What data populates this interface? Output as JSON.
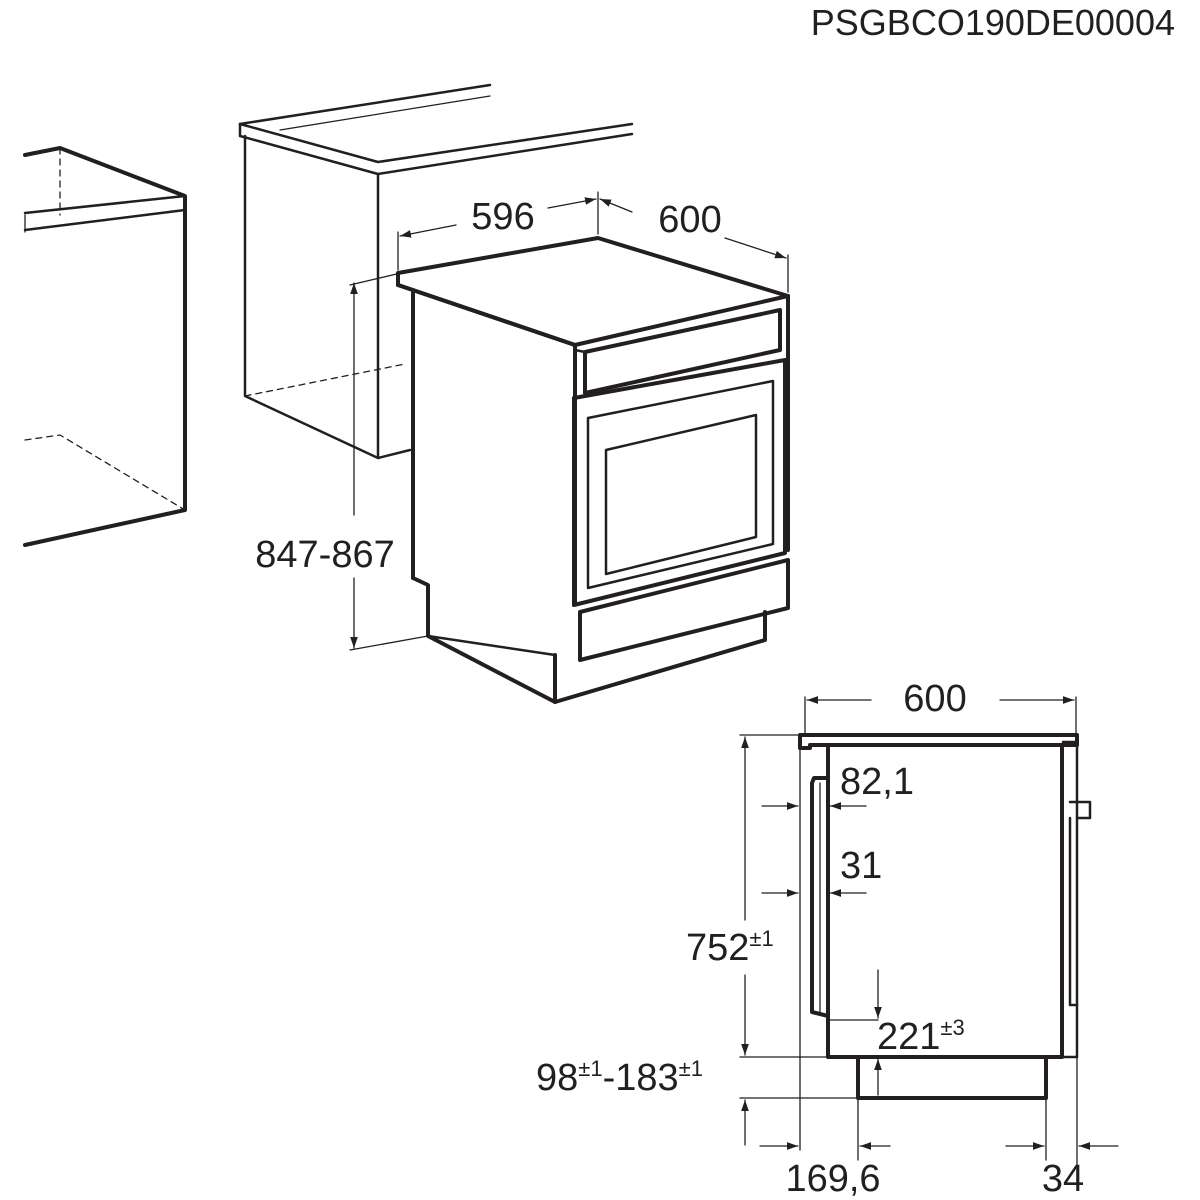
{
  "product_code": "PSGBCO190DE00004",
  "perspective": {
    "width": "596",
    "depth": "600",
    "height": "847-867"
  },
  "side_view": {
    "depth": "600",
    "door_handle": "82,1",
    "door": "31",
    "body_height": "752",
    "body_height_tol": "±1",
    "drawer_gap": "221",
    "drawer_gap_tol": "±3",
    "feet_min": "98",
    "feet_min_tol": "±1",
    "feet_sep": "-",
    "feet_max": "183",
    "feet_max_tol": "±1",
    "front_offset": "169,6",
    "back_offset": "34"
  }
}
